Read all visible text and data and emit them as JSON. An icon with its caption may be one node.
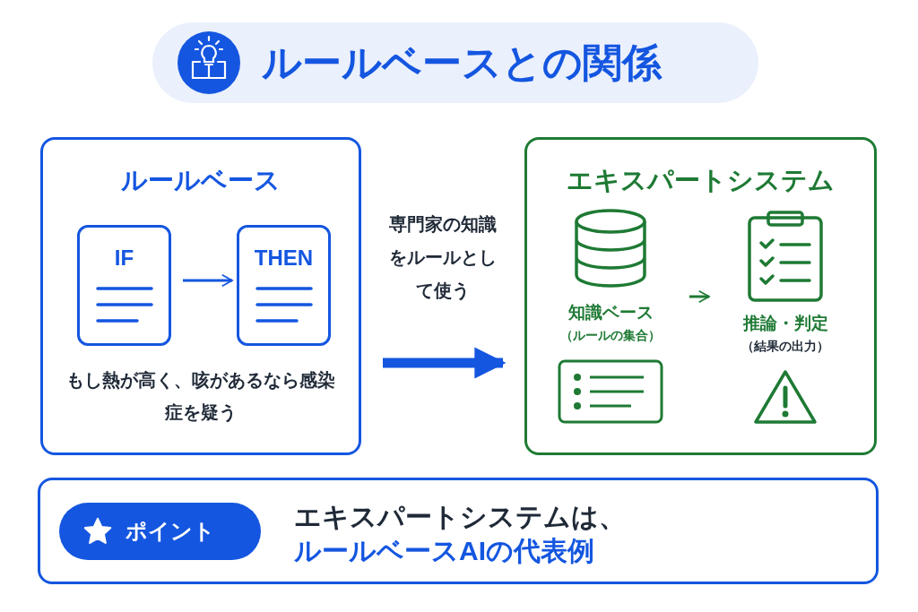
{
  "diagram": {
    "title": "ルールベースとの関係",
    "nodes": [
      {
        "text": [
          "ルールベース",
          "もし熱が高く、咳があるなら感染症を疑う"
        ]
      },
      {
        "text": [
          "IF"
        ],
        "in": 0
      },
      {
        "text": [
          "THEN"
        ],
        "in": 0
      },
      {
        "text": [
          "エキスパートシステム"
        ]
      },
      {
        "text": [
          "知識ベース",
          "（ルールの集合）"
        ],
        "in": 3
      },
      {
        "text": [
          "推論・判定",
          "（結果の出力）"
        ],
        "in": 3
      },
      {
        "text": [
          "エキスパートシステムは、",
          "ルールベースAIの代表例"
        ]
      },
      {
        "text": [
          "ポイント"
        ],
        "in": 6
      }
    ],
    "edges": [
      {
        "from": 1,
        "to": 2,
        "arrow": "to"
      },
      {
        "from": 0,
        "to": 3,
        "arrow": "to",
        "label": "専門家の知識をルールとして使う",
        "style": "thick"
      },
      {
        "from": 4,
        "to": 5,
        "arrow": "to",
        "color": "#1e7a34"
      }
    ]
  }
}
